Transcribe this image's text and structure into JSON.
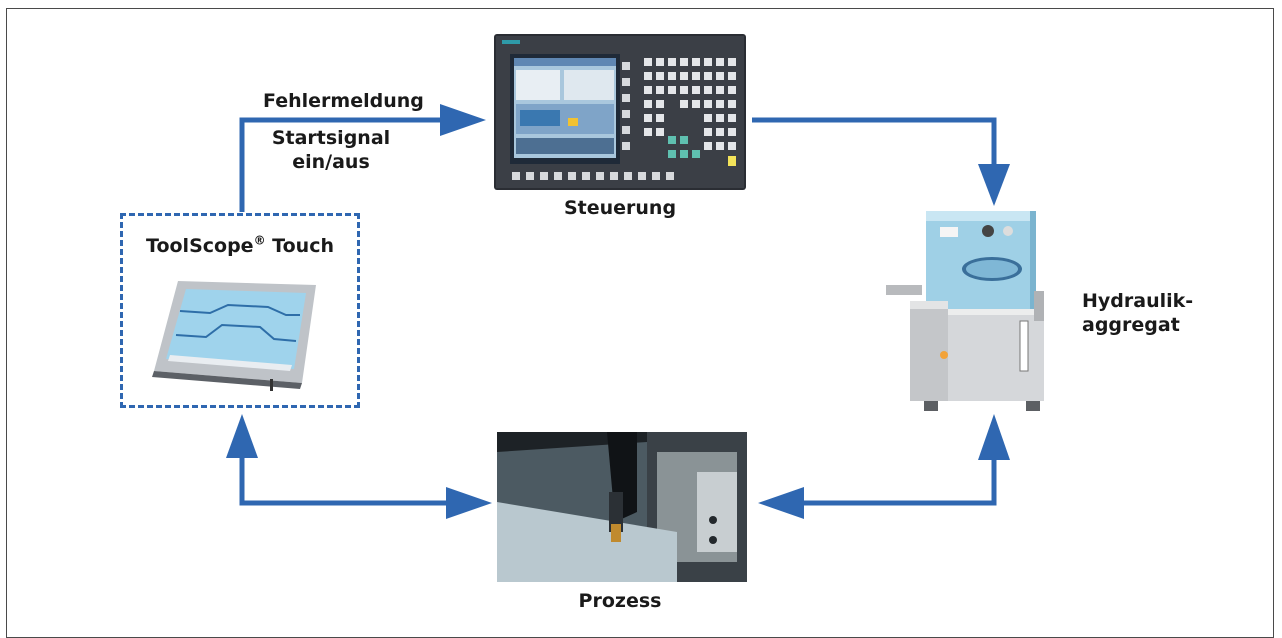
{
  "labels": {
    "fehlermeldung": "Fehlermeldung",
    "startsignal_line1": "Startsignal",
    "startsignal_line2": "ein/aus",
    "steuerung": "Steuerung",
    "toolscope_name": "ToolScope",
    "toolscope_reg": "®",
    "toolscope_suffix": " Touch",
    "hydraulik_line1": "Hydraulik-",
    "hydraulik_line2": "aggregat",
    "prozess": "Prozess"
  },
  "colors": {
    "arrow": "#2f67b1",
    "dash_border": "#2f67b1",
    "text": "#1a1a1a"
  },
  "icons": {
    "controller": "cnc-control-panel-icon",
    "tablet": "toolscope-tablet-icon",
    "hydraulic": "hydraulic-unit-icon",
    "process": "machining-process-photo-icon"
  }
}
